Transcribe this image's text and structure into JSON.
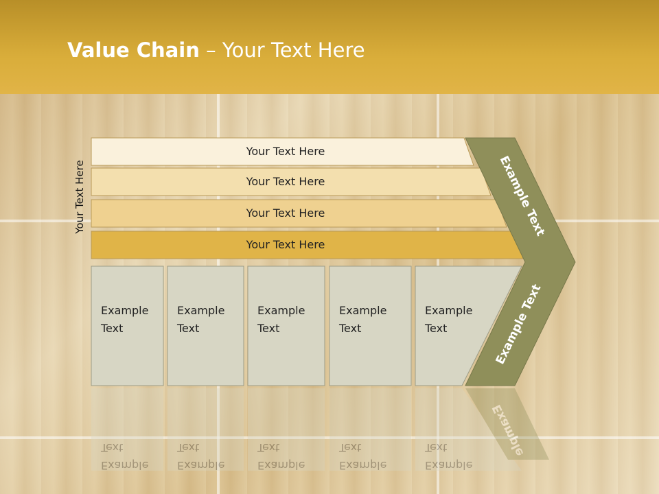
{
  "slide": {
    "title_bold": "Value Chain",
    "title_rest": " – Your Text Here",
    "side_label": "Your Text Here"
  },
  "support_rows": [
    {
      "label": "Your Text Here",
      "fill": "#faf1dc"
    },
    {
      "label": "Your Text Here",
      "fill": "#f3dfae"
    },
    {
      "label": "Your Text Here",
      "fill": "#efd190"
    },
    {
      "label": "Your Text Here",
      "fill": "#e0b448"
    }
  ],
  "primary_boxes": [
    {
      "line1": "Example",
      "line2": "Text"
    },
    {
      "line1": "Example",
      "line2": "Text"
    },
    {
      "line1": "Example",
      "line2": "Text"
    },
    {
      "line1": "Example",
      "line2": "Text"
    },
    {
      "line1": "Example",
      "line2": "Text"
    }
  ],
  "arrow": {
    "upper_label": "Example Text",
    "lower_label": "Example Text",
    "fill": "#8f8f5a"
  },
  "reflection": {
    "labels": [
      "Example",
      "Text"
    ],
    "arrow_label": "Example"
  },
  "colors": {
    "header": "#d4a634",
    "box_fill": "#d7d6c4",
    "box_stroke": "#9c9c86"
  }
}
